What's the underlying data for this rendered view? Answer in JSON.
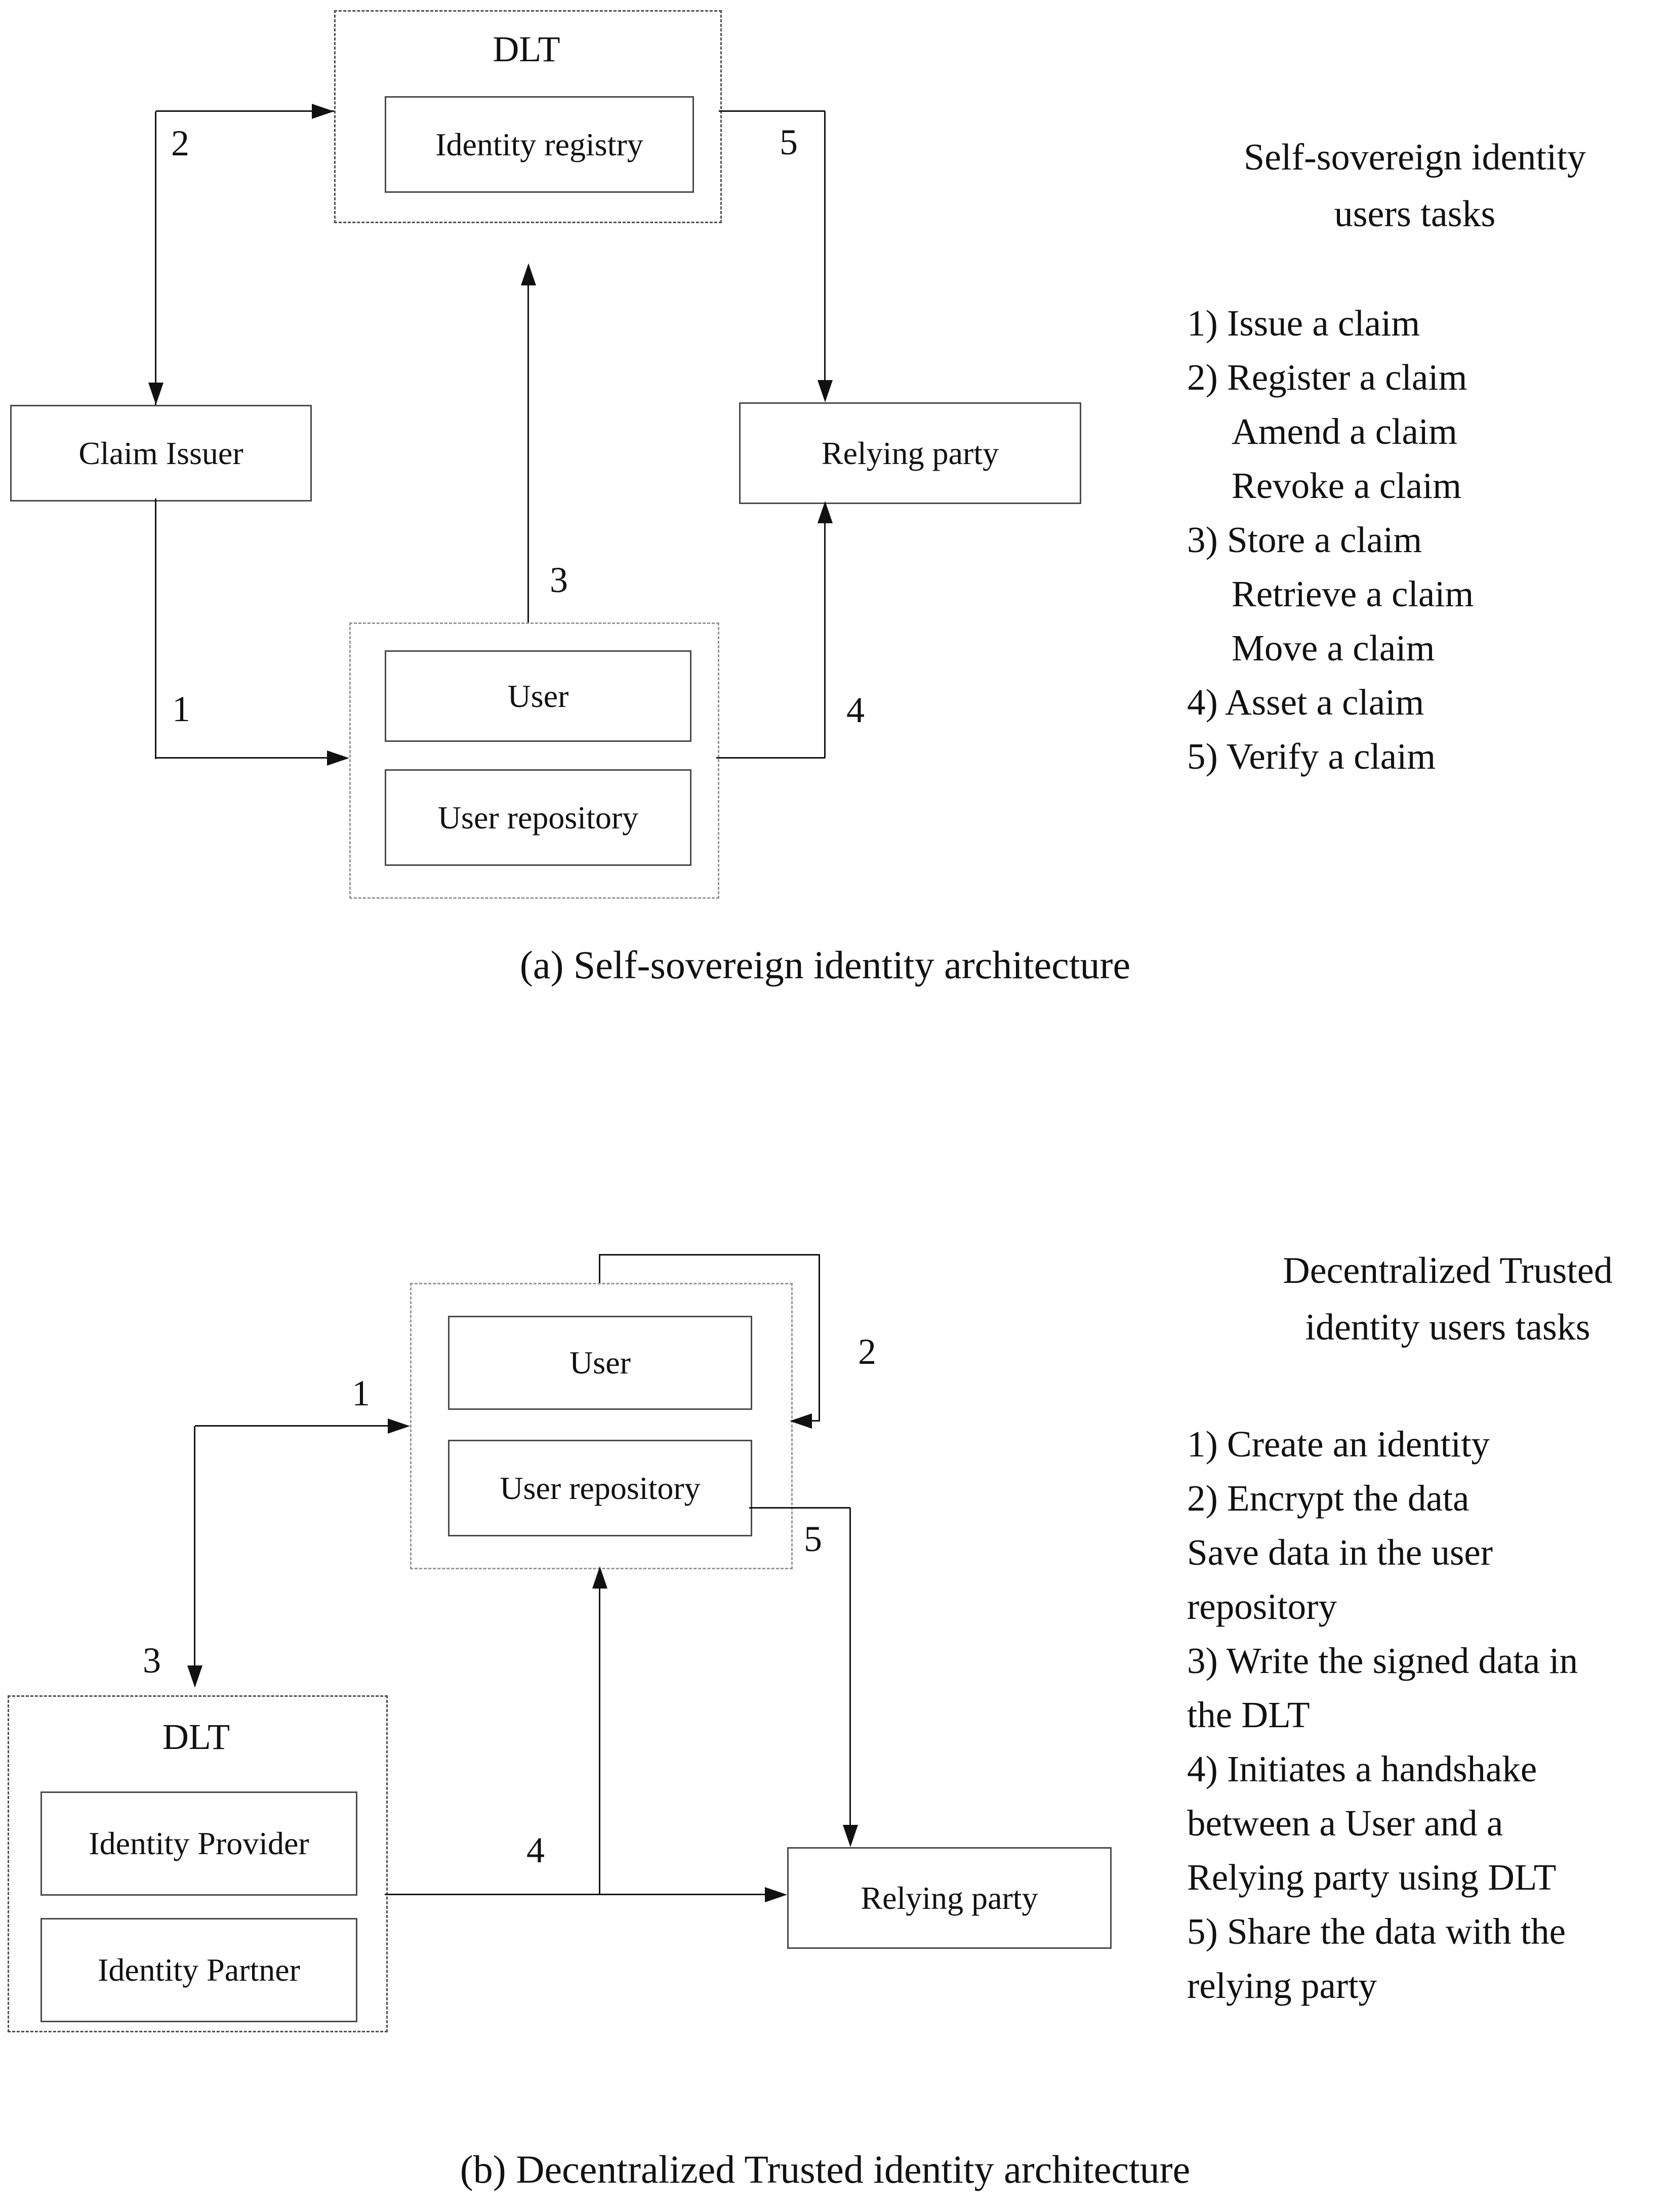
{
  "figure": {
    "panel_a": {
      "caption": "(a) Self-sovereign identity architecture",
      "dlt_title": "DLT",
      "identity_registry": "Identity registry",
      "claim_issuer": "Claim Issuer",
      "relying_party": "Relying party",
      "user": "User",
      "user_repository": "User repository",
      "arrow_labels": {
        "n1": "1",
        "n2": "2",
        "n3": "3",
        "n4": "4",
        "n5": "5"
      },
      "tasks_title": [
        "Self-sovereign identity",
        "users tasks"
      ],
      "tasks": [
        {
          "text": "1) Issue a claim",
          "indent": 0
        },
        {
          "text": "2) Register a claim",
          "indent": 0
        },
        {
          "text": "Amend a claim",
          "indent": 1
        },
        {
          "text": "Revoke a claim",
          "indent": 1
        },
        {
          "text": "3) Store a claim",
          "indent": 0
        },
        {
          "text": "Retrieve a claim",
          "indent": 1
        },
        {
          "text": "Move a claim",
          "indent": 1
        },
        {
          "text": "4) Asset a claim",
          "indent": 0
        },
        {
          "text": "5) Verify a claim",
          "indent": 0
        }
      ]
    },
    "panel_b": {
      "caption": "(b) Decentralized Trusted identity architecture",
      "dlt_title": "DLT",
      "identity_provider": "Identity Provider",
      "identity_partner": "Identity Partner",
      "relying_party": "Relying party",
      "user": "User",
      "user_repository": "User repository",
      "arrow_labels": {
        "n1": "1",
        "n2": "2",
        "n3": "3",
        "n4": "4",
        "n5": "5"
      },
      "tasks_title": [
        "Decentralized Trusted",
        "identity users tasks"
      ],
      "tasks": [
        {
          "text": "1) Create an identity",
          "indent": 0
        },
        {
          "text": "2) Encrypt the data",
          "indent": 0
        },
        {
          "text": "Save data in the user",
          "indent": 0
        },
        {
          "text": "repository",
          "indent": 0
        },
        {
          "text": "3) Write the signed data in",
          "indent": 0
        },
        {
          "text": "the DLT",
          "indent": 0
        },
        {
          "text": "4) Initiates a handshake",
          "indent": 0
        },
        {
          "text": "between a User and a",
          "indent": 0
        },
        {
          "text": "Relying party using DLT",
          "indent": 0
        },
        {
          "text": "5) Share the data with the",
          "indent": 0
        },
        {
          "text": "relying party",
          "indent": 0
        }
      ]
    }
  }
}
